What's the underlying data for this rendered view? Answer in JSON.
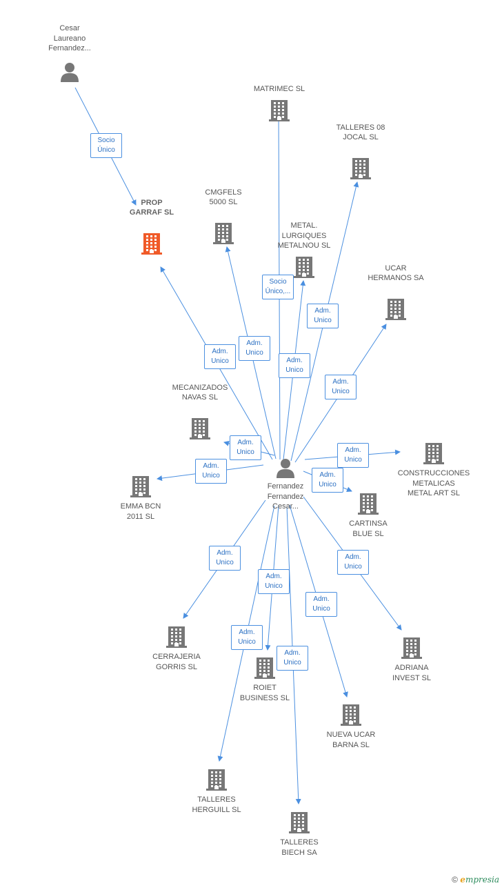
{
  "colors": {
    "edge": "#4a8fe0",
    "node": "#777777",
    "highlight": "#f05a28",
    "label": "#555555"
  },
  "nodes": [
    {
      "id": "cesar",
      "kind": "person",
      "label": "Cesar\nLaureano\nFernandez..."
    },
    {
      "id": "center",
      "kind": "person",
      "label": "Fernandez\nFernandez\nCesar..."
    },
    {
      "id": "prop",
      "kind": "company",
      "highlight": true,
      "label": "PROP\nGARRAF SL"
    },
    {
      "id": "matrimec",
      "kind": "company",
      "label": "MATRIMEC SL"
    },
    {
      "id": "talleres08",
      "kind": "company",
      "label": "TALLERES 08\nJOCAL SL"
    },
    {
      "id": "cmgfels",
      "kind": "company",
      "label": "CMGFELS\n5000  SL"
    },
    {
      "id": "metal",
      "kind": "company",
      "label": "METAL.\nLURGIQUES\nMETALNOU SL"
    },
    {
      "id": "ucar",
      "kind": "company",
      "label": "UCAR\nHERMANOS SA"
    },
    {
      "id": "mecanizados",
      "kind": "company",
      "label": "MECANIZADOS\nNAVAS SL"
    },
    {
      "id": "emma",
      "kind": "company",
      "label": "EMMA BCN\n2011 SL"
    },
    {
      "id": "construcciones",
      "kind": "company",
      "label": "CONSTRUCCIONES\nMETALICAS\nMETAL ART SL"
    },
    {
      "id": "cartinsa",
      "kind": "company",
      "label": "CARTINSA\nBLUE SL"
    },
    {
      "id": "cerrajeria",
      "kind": "company",
      "label": "CERRAJERIA\nGORRIS SL"
    },
    {
      "id": "adriana",
      "kind": "company",
      "label": "ADRIANA\nINVEST SL"
    },
    {
      "id": "roiet",
      "kind": "company",
      "label": "ROIET\nBUSINESS SL"
    },
    {
      "id": "nuevaucar",
      "kind": "company",
      "label": "NUEVA UCAR\nBARNA SL"
    },
    {
      "id": "herguill",
      "kind": "company",
      "label": "TALLERES\nHERGUILL SL"
    },
    {
      "id": "biech",
      "kind": "company",
      "label": "TALLERES\nBIECH SA"
    }
  ],
  "edges": [
    {
      "from": "cesar",
      "to": "prop",
      "label": "Socio\nÚnico"
    },
    {
      "from": "center",
      "to": "matrimec",
      "label": "Socio\nÚnico,..."
    },
    {
      "from": "center",
      "to": "talleres08",
      "label": "Adm.\nUnico"
    },
    {
      "from": "center",
      "to": "prop",
      "label": "Adm.\nUnico"
    },
    {
      "from": "center",
      "to": "cmgfels",
      "label": "Adm.\nUnico"
    },
    {
      "from": "center",
      "to": "metal",
      "label": "Adm.\nUnico"
    },
    {
      "from": "center",
      "to": "ucar",
      "label": "Adm.\nUnico"
    },
    {
      "from": "center",
      "to": "mecanizados",
      "label": "Adm.\nUnico"
    },
    {
      "from": "center",
      "to": "emma",
      "label": "Adm.\nUnico"
    },
    {
      "from": "center",
      "to": "construcciones",
      "label": "Adm.\nUnico"
    },
    {
      "from": "center",
      "to": "cartinsa",
      "label": "Adm.\nUnico"
    },
    {
      "from": "center",
      "to": "cerrajeria",
      "label": "Adm.\nUnico"
    },
    {
      "from": "center",
      "to": "adriana",
      "label": "Adm.\nUnico"
    },
    {
      "from": "center",
      "to": "roiet",
      "label": "Adm.\nUnico"
    },
    {
      "from": "center",
      "to": "nuevaucar",
      "label": "Adm.\nUnico"
    },
    {
      "from": "center",
      "to": "herguill",
      "label": "Adm.\nUnico"
    },
    {
      "from": "center",
      "to": "biech",
      "label": "Adm.\nUnico"
    }
  ],
  "footer": {
    "copyright": "©",
    "brand_initial": "e",
    "brand_rest": "mpresia"
  }
}
